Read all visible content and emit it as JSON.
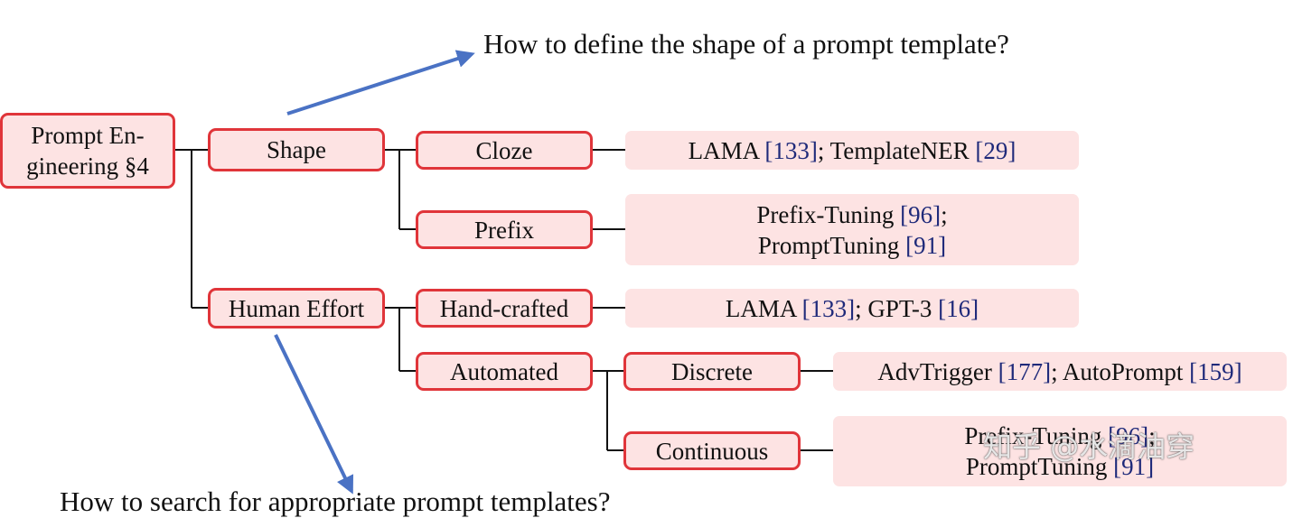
{
  "questions": {
    "shape": "How to define the shape of a prompt template?",
    "effort": "How to search for appropriate prompt templates?"
  },
  "nodes": {
    "root": {
      "line1": "Prompt En-",
      "line2": "gineering §4"
    },
    "shape": "Shape",
    "human_effort": "Human Effort",
    "cloze": "Cloze",
    "prefix": "Prefix",
    "hand_crafted": "Hand-crafted",
    "automated": "Automated",
    "discrete": "Discrete",
    "continuous": "Continuous"
  },
  "leaves": {
    "cloze": {
      "a": "LAMA ",
      "a_cite": "[133]",
      "sep": "; TemplateNER ",
      "b_cite": "[29]"
    },
    "prefix": {
      "l1_text": "Prefix-Tuning ",
      "l1_cite": "[96]",
      "l1_end": ";",
      "l2_text": "PromptTuning ",
      "l2_cite": "[91]"
    },
    "hand_crafted": {
      "a": "LAMA ",
      "a_cite": "[133]",
      "sep": "; GPT-3 ",
      "b_cite": "[16]"
    },
    "discrete": {
      "a": "AdvTrigger ",
      "a_cite": "[177]",
      "sep": "; AutoPrompt ",
      "b_cite": "[159]"
    },
    "continuous": {
      "l1_text": "Prefix-Tuning ",
      "l1_cite": "[96]",
      "l1_end": ";",
      "l2_text": "PromptTuning ",
      "l2_cite": "[91]"
    }
  },
  "watermark": "知乎 @水滴油穿",
  "colors": {
    "border": "#e0353a",
    "fill": "#fde3e3",
    "arrow": "#4a72c4",
    "cite": "#1f2a7a"
  }
}
